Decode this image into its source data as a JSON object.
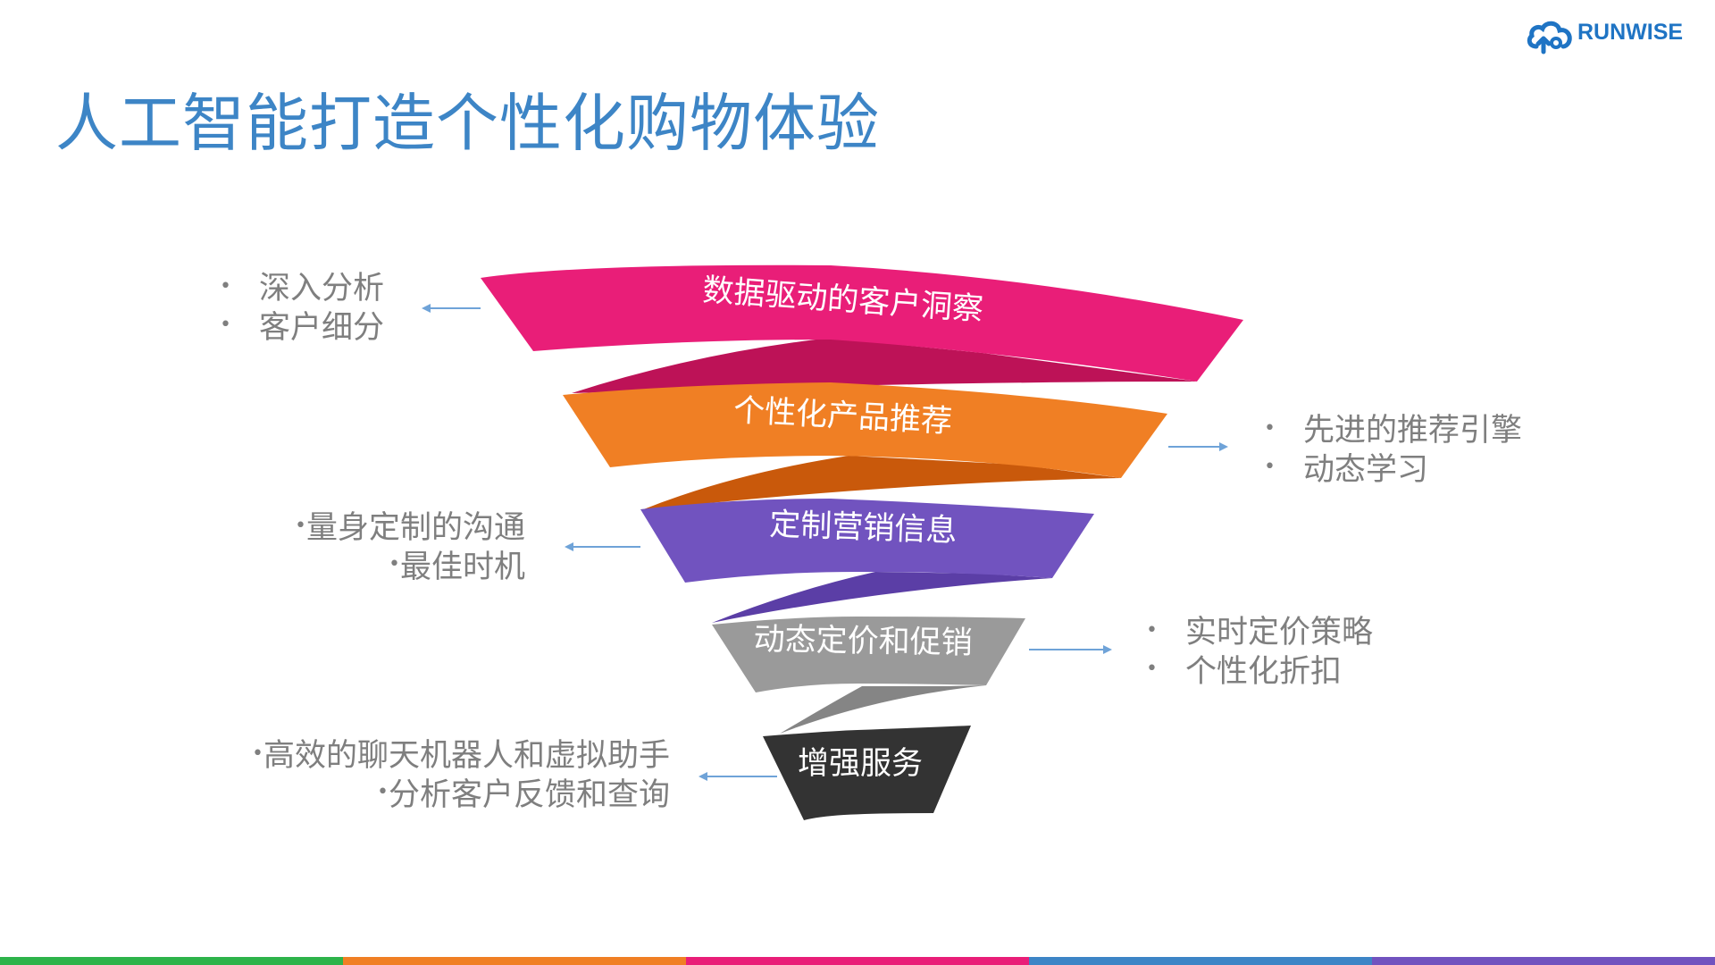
{
  "slide": {
    "title": "人工智能打造个性化购物体验"
  },
  "logo": {
    "text": "RUNWISE",
    "color": "#1f74c4"
  },
  "funnel": {
    "stages": [
      {
        "label": "数据驱动的客户洞察",
        "color": "#e91e78",
        "notes": [
          "深入分析",
          "客户细分"
        ],
        "side": "left"
      },
      {
        "label": "个性化产品推荐",
        "color": "#f07f24",
        "notes": [
          "先进的推荐引擎",
          "动态学习"
        ],
        "side": "right"
      },
      {
        "label": "定制营销信息",
        "color": "#7153bf",
        "notes": [
          "量身定制的沟通",
          "最佳时机"
        ],
        "side": "left"
      },
      {
        "label": "动态定价和促销",
        "color": "#9a9a9a",
        "notes": [
          "实时定价策略",
          "个性化折扣"
        ],
        "side": "right"
      },
      {
        "label": "增强服务",
        "color": "#333333",
        "notes": [
          "高效的聊天机器人和虚拟助手",
          "分析客户反馈和查询"
        ],
        "side": "left"
      }
    ]
  },
  "footer": {
    "colors": [
      "#2db34a",
      "#f07f24",
      "#e91e78",
      "#3d85c6",
      "#7153bf"
    ]
  }
}
